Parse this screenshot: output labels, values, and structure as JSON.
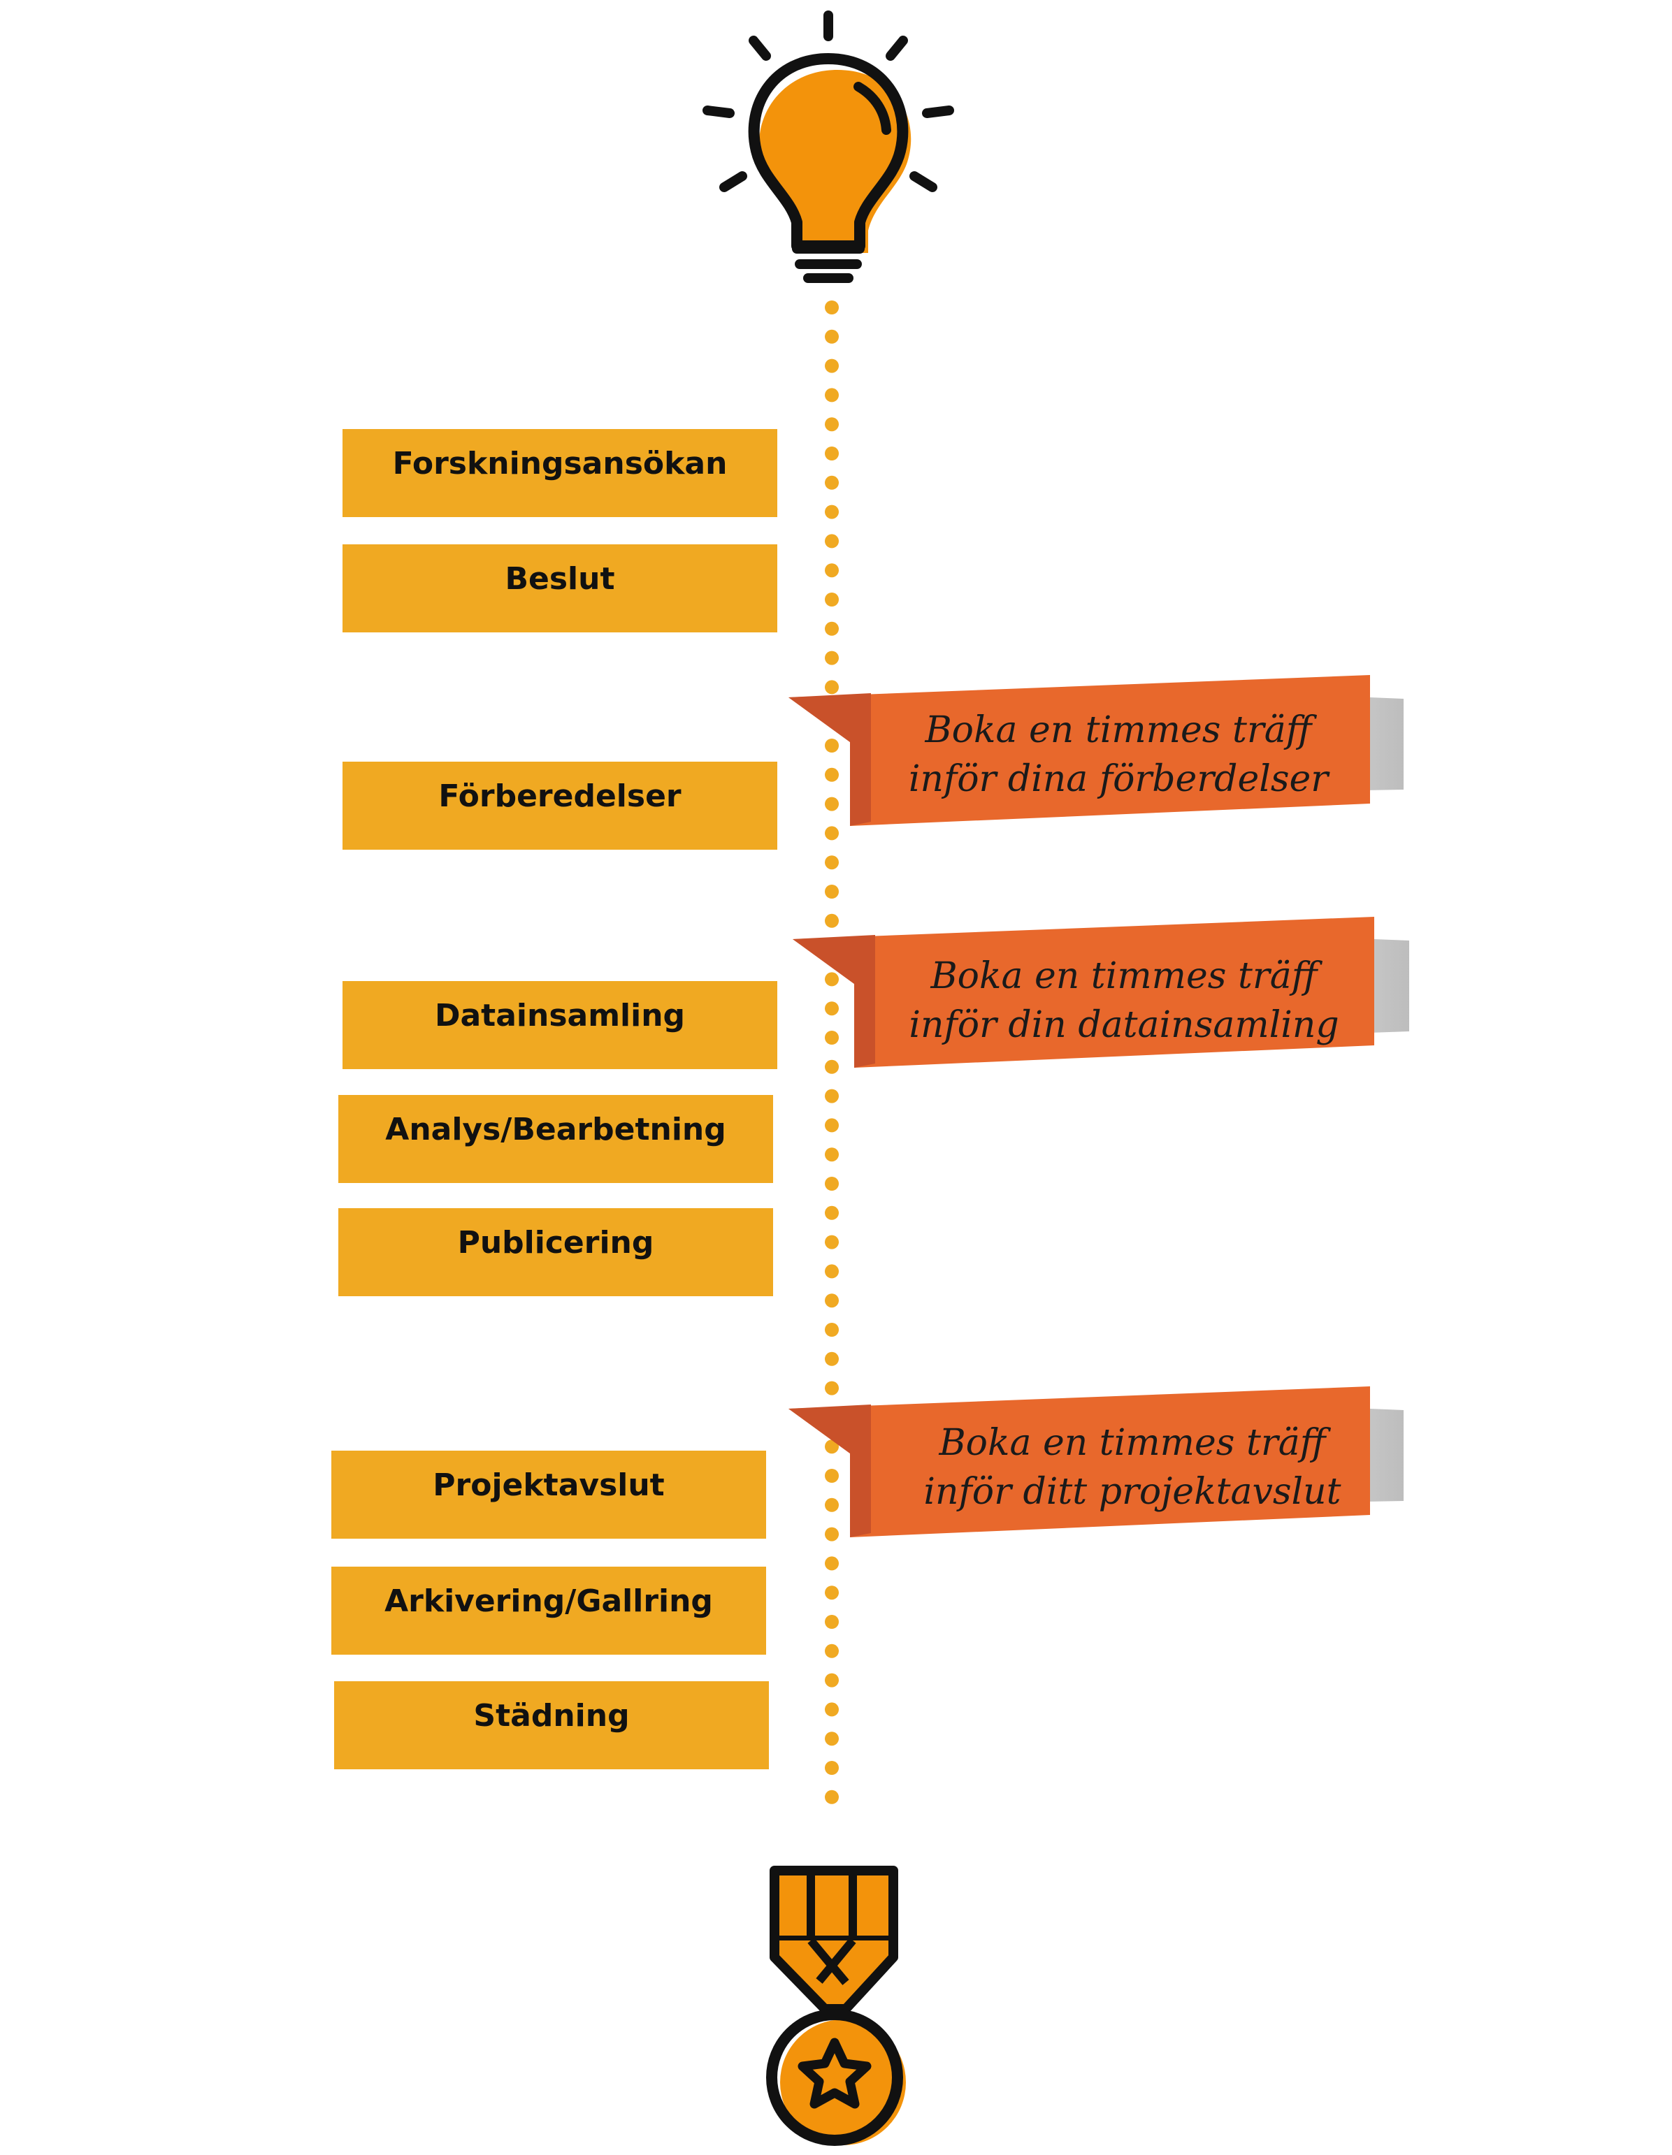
{
  "colors": {
    "step_fill": "#f0a922",
    "banner_fill": "#e8682c",
    "banner_fold": "#c9512a",
    "dots": "#f0a922",
    "icon_fill": "#f3930b",
    "outline": "#111111"
  },
  "steps": [
    {
      "label": "Forskningsansökan"
    },
    {
      "label": "Beslut"
    },
    {
      "label": "Förberedelser"
    },
    {
      "label": "Datainsamling"
    },
    {
      "label": "Analys/Bearbetning"
    },
    {
      "label": "Publicering"
    },
    {
      "label": "Projektavslut"
    },
    {
      "label": "Arkivering/Gallring"
    },
    {
      "label": "Städning"
    }
  ],
  "banners": [
    {
      "line1": "Boka en timmes träff",
      "line2": "inför dina förberdelser"
    },
    {
      "line1": "Boka en timmes träff",
      "line2": "inför din datainsamling"
    },
    {
      "line1": "Boka en timmes träff",
      "line2": "inför ditt projektavslut"
    }
  ],
  "icons": {
    "top": "lightbulb-icon",
    "bottom": "medal-icon"
  }
}
